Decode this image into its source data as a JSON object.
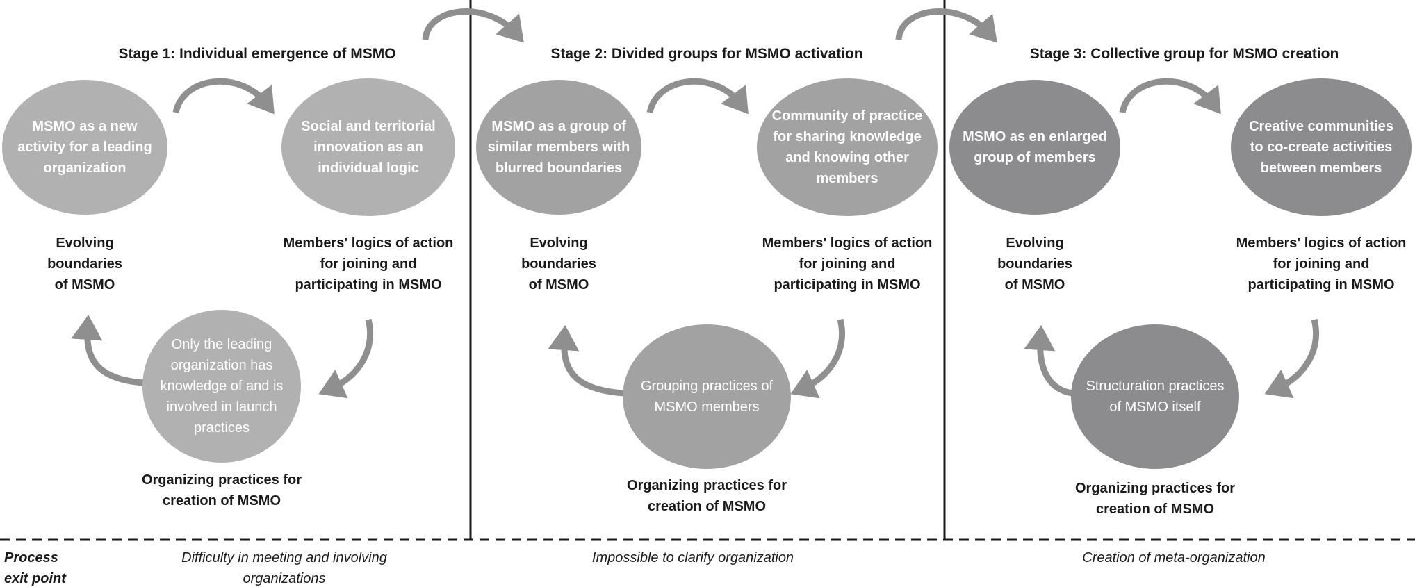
{
  "colors": {
    "stage1": "#b1b1b1",
    "stage2": "#a2a2a2",
    "stage3": "#8c8c8e",
    "arrow": "#8f8f8f",
    "line": "#1a1a1a"
  },
  "stages": [
    {
      "title": "Stage 1: Individual emergence of MSMO",
      "boundary_node": "MSMO as a new activity for a leading organization",
      "logic_node": "Social and territorial innovation as an individual logic",
      "practice_node": "Only the leading organization has knowledge of and is involved in launch practices",
      "boundary_label": "Evolving boundaries of MSMO",
      "logic_label": "Members' logics of action for joining and participating in MSMO",
      "practice_label": "Organizing practices for creation of MSMO",
      "exit": "Difficulty in meeting and involving organizations"
    },
    {
      "title": "Stage 2: Divided groups for MSMO activation",
      "boundary_node": "MSMO as a group of similar members with blurred boundaries",
      "logic_node": "Community of practice for sharing knowledge and knowing other members",
      "practice_node": "Grouping practices of MSMO members",
      "boundary_label": "Evolving boundaries of MSMO",
      "logic_label": "Members' logics of action for joining and participating in MSMO",
      "practice_label": "Organizing practices for creation of MSMO",
      "exit": "Impossible to clarify organization"
    },
    {
      "title": "Stage 3: Collective group for MSMO creation",
      "boundary_node": "MSMO as en enlarged group of members",
      "logic_node": "Creative communities to co-create activities between members",
      "practice_node": "Structuration practices of MSMO itself",
      "boundary_label": "Evolving boundaries of MSMO",
      "logic_label": "Members' logics of action for joining and participating in MSMO",
      "practice_label": "Organizing practices for creation of MSMO",
      "exit": "Creation of meta-organization"
    }
  ],
  "process_exit_label": "Process exit point"
}
